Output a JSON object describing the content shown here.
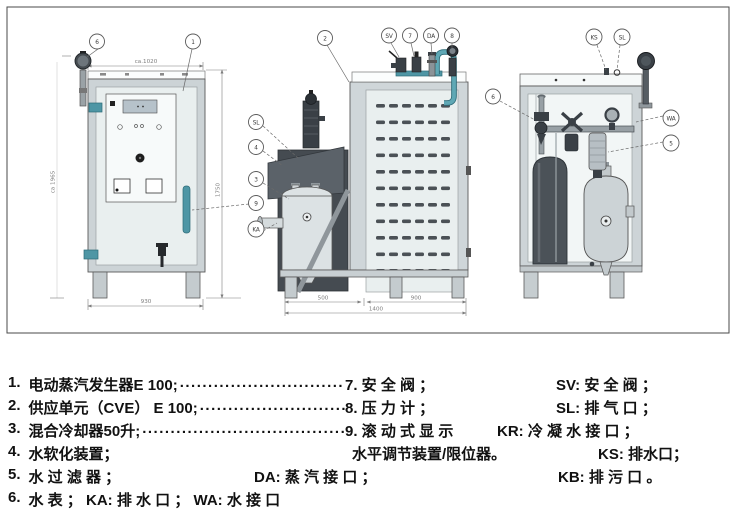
{
  "figure": {
    "callouts": [
      "6",
      "1",
      "2",
      "SV",
      "7",
      "DA",
      "8",
      "SL",
      "4",
      "3",
      "9",
      "KA",
      "KS",
      "SL",
      "6",
      "WA",
      "5"
    ],
    "dims": {
      "front_width": "ca.1020",
      "front_height_left": "ca 1965",
      "front_height_right": "1750",
      "front_base": "930",
      "side_left": "500",
      "side_right": "900",
      "side_total": "1400"
    }
  },
  "legend": {
    "leader": "......................................................................................",
    "rows": [
      {
        "num": "1.",
        "text": "电动蒸汽发生器E 100; ",
        "mid": "7. 安 全 阀 ；",
        "right": "SV:  安 全 阀 ；"
      },
      {
        "num": "2.",
        "text": "供应单元（CVE） E 100; ",
        "mid": "8. 压 力 计 ；",
        "right": "SL:  排 气 口 ；"
      },
      {
        "num": "3.",
        "text": "混合冷却器50升; ",
        "mid": "9. 滚 动 式 显 示",
        "right": "KR:  冷 凝 水 接 口 ；"
      },
      {
        "num": "4.",
        "text": "水软化装置；",
        "mid": "水平调节装置/限位器。",
        "right": "KS: 排水口；"
      },
      {
        "num": "5.",
        "text": "水 过 滤 器 ；",
        "mid": "DA:  蒸 汽 接 口 ；",
        "right": "KB:  排 污 口 。"
      },
      {
        "num": "6.",
        "text": "水 表 ；  KA:  排 水 口 ；  WA:  水 接 口"
      }
    ]
  }
}
